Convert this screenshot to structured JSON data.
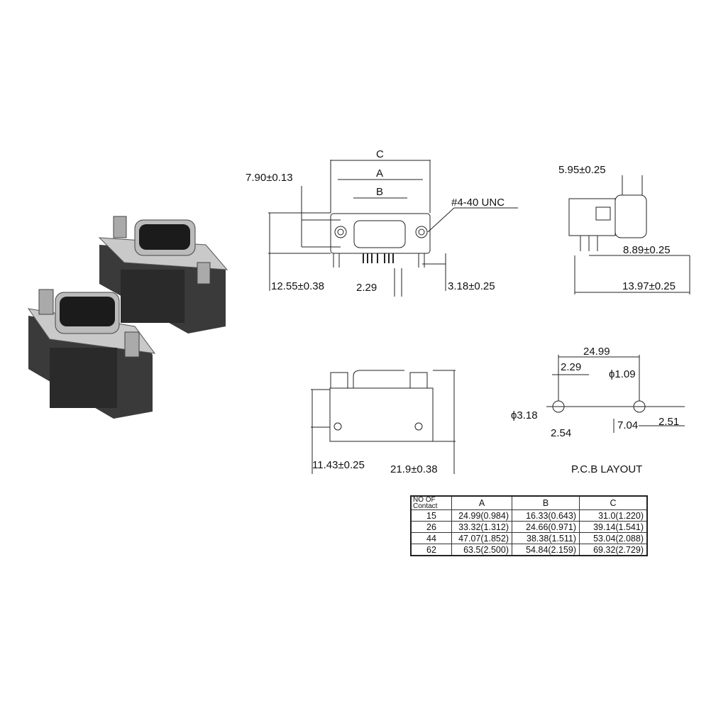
{
  "front_view": {
    "dim_c": "C",
    "dim_a": "A",
    "dim_b": "B",
    "thread": "#4-40  UNC",
    "height_flange": "7.90±0.13",
    "height_total": "12.55±0.38",
    "pin_pitch": "2.29",
    "pin_length": "3.18±0.25"
  },
  "side_view": {
    "depth_shell": "5.95±0.25",
    "pin_offset": "8.89±0.25",
    "depth_total": "13.97±0.25"
  },
  "bottom_view": {
    "width_pins": "11.43±0.25",
    "width_total": "21.9±0.38"
  },
  "pcb_layout": {
    "title": "P.C.B LAYOUT",
    "span": "24.99",
    "pitch": "2.29",
    "pin_hole": "ϕ1.09",
    "mount_hole": "ϕ3.18",
    "row_pitch": "2.54",
    "offset": "7.04",
    "row_offset": "2.51"
  },
  "table": {
    "header": [
      "NO OF Contact",
      "A",
      "B",
      "C"
    ],
    "rows": [
      [
        "15",
        "24.99(0.984)",
        "16.33(0.643)",
        "31.0(1.220)"
      ],
      [
        "26",
        "33.32(1.312)",
        "24.66(0.971)",
        "39.14(1.541)"
      ],
      [
        "44",
        "47.07(1.852)",
        "38.38(1.511)",
        "53.04(2.088)"
      ],
      [
        "62",
        "63.5(2.500)",
        "54.84(2.159)",
        "69.32(2.729)"
      ]
    ]
  }
}
